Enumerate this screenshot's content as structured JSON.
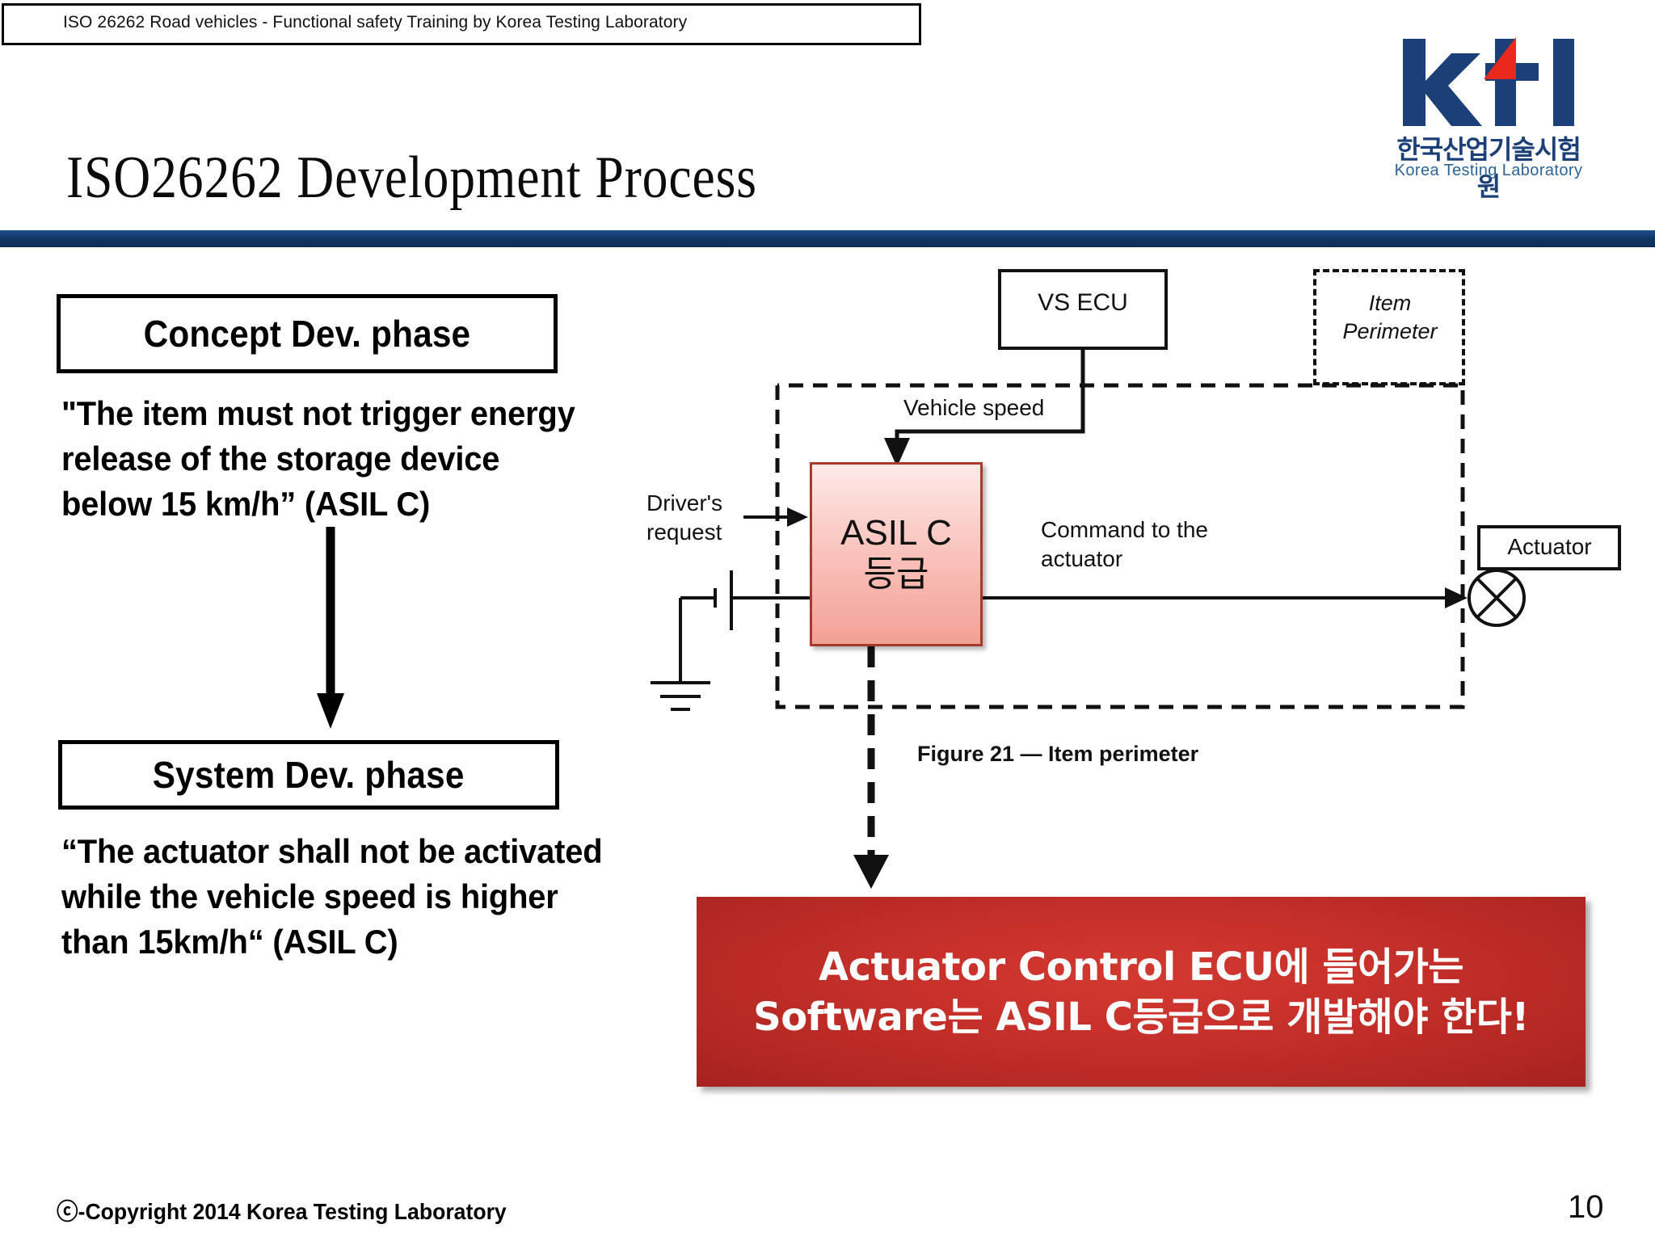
{
  "header": {
    "banner_text": "ISO 26262 Road vehicles - Functional safety Training by Korea Testing Laboratory"
  },
  "logo": {
    "mark": "ktl-logo",
    "korean_name": "한국산업기술시험원",
    "english_name": "Korea Testing Laboratory",
    "blue": "#1b3f77",
    "red": "#e8291c"
  },
  "title": "ISO26262 Development Process",
  "divider_color": "#144077",
  "left": {
    "concept": {
      "heading": "Concept Dev. phase",
      "body": "\"The item must not trigger energy release of the storage device below 15 km/h”\n(ASIL C)"
    },
    "system": {
      "heading": "System Dev. phase",
      "body": "“The actuator shall not be activated while the vehicle speed is higher than 15km/h“\n(ASIL C)"
    }
  },
  "diagram": {
    "vs_ecu": "VS ECU",
    "item_perimeter": "Item\nPerimeter",
    "vehicle_speed": "Vehicle speed",
    "drivers_request": "Driver's\nrequest",
    "asil_box_line1": "ASIL C",
    "asil_box_line2": "등급",
    "command_to_actuator": "Command to the\nactuator",
    "actuator": "Actuator",
    "figure_caption": "Figure 21 — Item perimeter",
    "asil_box_fill": "#f7bdb4",
    "asil_box_border": "#a63a2d"
  },
  "callout": {
    "line1": "Actuator Control ECU에 들어가는",
    "line2": "Software는 ASIL C등급으로 개발해야 한다!",
    "color": "#c1302a"
  },
  "footer": {
    "copyright": "ⓒ-Copyright 2014 Korea Testing Laboratory",
    "page_number": "10"
  }
}
